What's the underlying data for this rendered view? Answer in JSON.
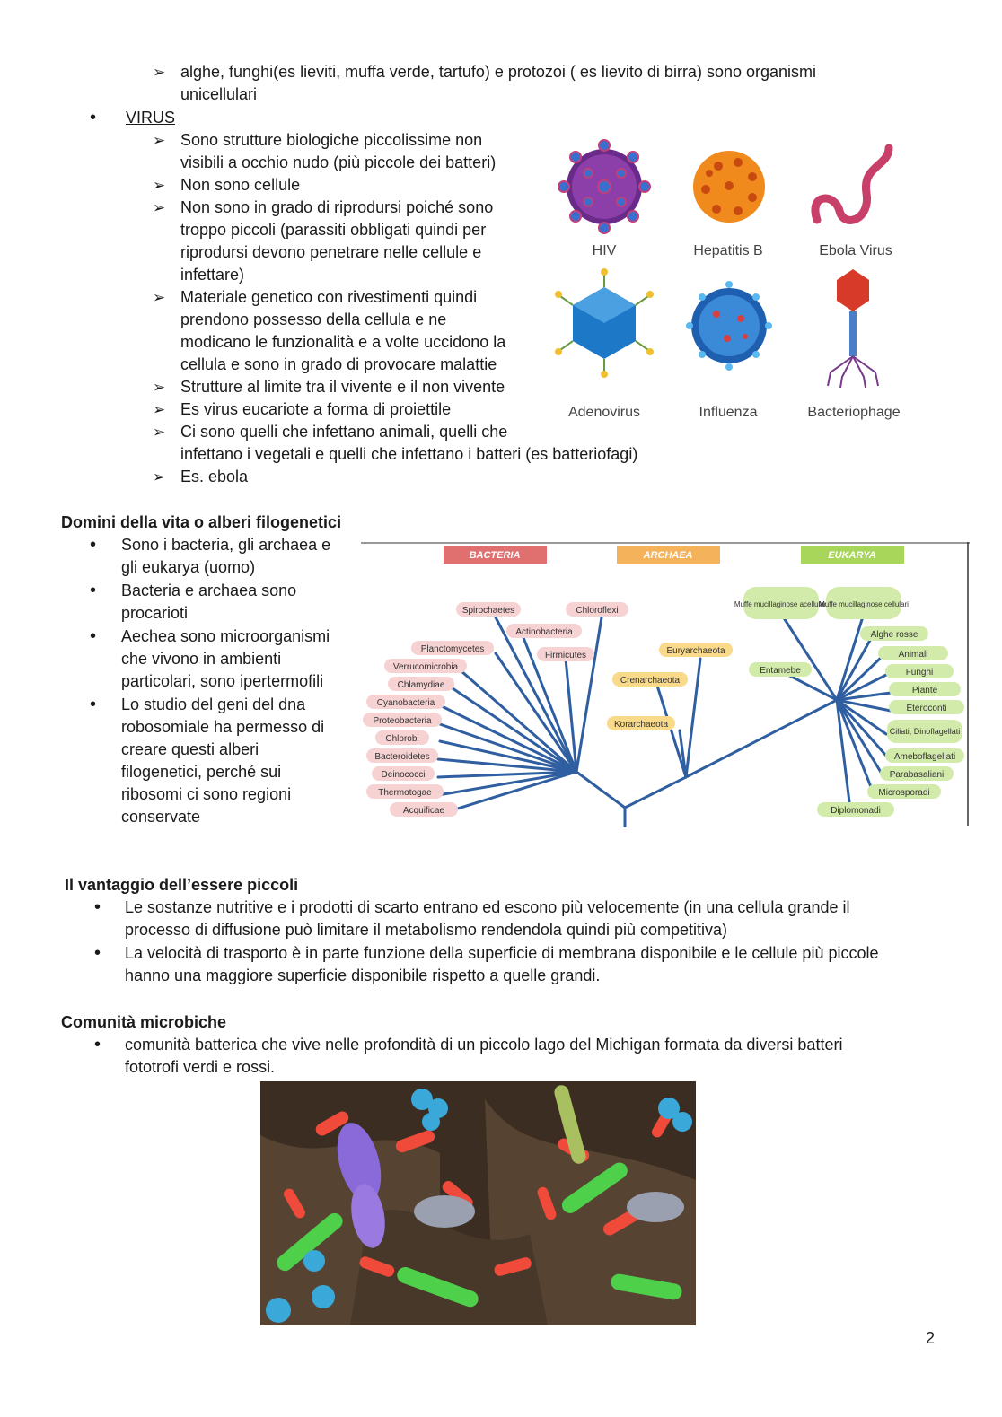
{
  "top_bullet": {
    "lines": [
      "alghe, funghi(es lieviti, muffa verde, tartufo) e protozoi ( es lievito di birra) sono organismi",
      "unicellulari"
    ]
  },
  "virus": {
    "heading": "VIRUS",
    "items": [
      {
        "lines": [
          "Sono strutture biologiche piccolissime non",
          "visibili a occhio nudo (più piccole dei batteri)"
        ]
      },
      {
        "lines": [
          "Non sono cellule"
        ]
      },
      {
        "lines": [
          "Non sono in grado di riprodursi poiché sono",
          "troppo piccoli (parassiti obbligati quindi per",
          "riprodursi devono penetrare nelle cellule e",
          "infettare)"
        ]
      },
      {
        "lines": [
          "Materiale genetico con rivestimenti quindi",
          "prendono possesso della cellula e ne",
          "modicano le funzionalità e a volte uccidono la",
          "cellula e sono in grado di provocare malattie"
        ]
      },
      {
        "lines": [
          "Strutture al limite tra il vivente e il non vivente"
        ]
      },
      {
        "lines": [
          "Es virus eucariote a forma di proiettile"
        ]
      },
      {
        "lines": [
          "Ci sono quelli che infettano animali, quelli che",
          "infettano i vegetali e quelli che infettano i batteri (es batteriofagi)"
        ]
      },
      {
        "lines": [
          "Es. ebola"
        ]
      }
    ],
    "figure_labels": [
      "HIV",
      "Hepatitis B",
      "Ebola Virus",
      "Adenovirus",
      "Influenza",
      "Bacteriophage"
    ]
  },
  "domini": {
    "heading": "Domini della vita o alberi filogenetici",
    "items": [
      {
        "lines": [
          "Sono i bacteria, gli archaea e",
          "gli eukarya (uomo)"
        ]
      },
      {
        "lines": [
          "Bacteria e archaea sono",
          "procarioti"
        ]
      },
      {
        "lines": [
          "Aechea sono microorganismi",
          "che vivono in ambienti",
          "particolari, sono ipertermofili"
        ]
      },
      {
        "lines": [
          "Lo studio del geni del dna",
          "robosomiale ha permesso di",
          "creare questi alberi",
          "filogenetici, perché sui",
          "ribosomi ci sono regioni",
          "conservate"
        ]
      }
    ],
    "tree": {
      "domains": [
        "BACTERIA",
        "ARCHAEA",
        "EUKARYA"
      ],
      "bacteria": [
        "Spirochaetes",
        "Chloroflexi",
        "Actinobacteria",
        "Planctomycetes",
        "Firmicutes",
        "Verrucomicrobia",
        "Chlamydiae",
        "Cyanobacteria",
        "Proteobacteria",
        "Chlorobi",
        "Bacteroidetes",
        "Deinococci",
        "Thermotogae",
        "Acquificae"
      ],
      "archaea": [
        "Euryarchaeota",
        "Crenarchaeota",
        "Korarchaeota"
      ],
      "eukarya": [
        "Muffe mucillaginose acellulari",
        "Muffe mucillaginose cellulari",
        "Alghe rosse",
        "Animali",
        "Entamebe",
        "Funghi",
        "Piante",
        "Eteroconti",
        "Ciliati, Dinoflagellati",
        "Ameboflagellati",
        "Parabasaliani",
        "Microsporadi",
        "Diplomonadi"
      ]
    }
  },
  "vantaggio": {
    "heading": "Il vantaggio dell’essere piccoli",
    "items": [
      {
        "lines": [
          "Le sostanze nutritive e i prodotti di scarto entrano ed escono più velocemente (in una cellula grande il",
          "processo di diffusione può limitare il metabolismo rendendola quindi più competitiva)"
        ]
      },
      {
        "lines": [
          "La velocità di trasporto è in parte funzione della superficie di membrana disponibile e le cellule più piccole",
          "hanno una maggiore superficie disponibile rispetto a quelle grandi."
        ]
      }
    ]
  },
  "comunita": {
    "heading": "Comunità microbiche",
    "items": [
      {
        "lines": [
          "comunità batterica che vive nelle profondità di un piccolo lago del Michigan formata da diversi batteri",
          "fototrofi verdi e rossi."
        ]
      }
    ]
  },
  "page_number": "2",
  "colors": {
    "bacteria": "#e07070",
    "archaea": "#f4b25a",
    "eukarya": "#a8d65a",
    "branch": "#2f5fa0"
  }
}
